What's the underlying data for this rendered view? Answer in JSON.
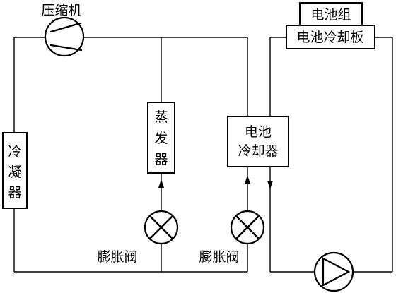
{
  "labels": {
    "compressor": "压缩机",
    "condenser": [
      "冷",
      "凝",
      "器"
    ],
    "evaporator": [
      "蒸",
      "发",
      "器"
    ],
    "battery_chiller": [
      "电池",
      "冷却器"
    ],
    "battery_pack": "电池组",
    "battery_cold_plate": "电池冷却板",
    "expansion_valve_1": "膨胀阀",
    "expansion_valve_2": "膨胀阀"
  }
}
